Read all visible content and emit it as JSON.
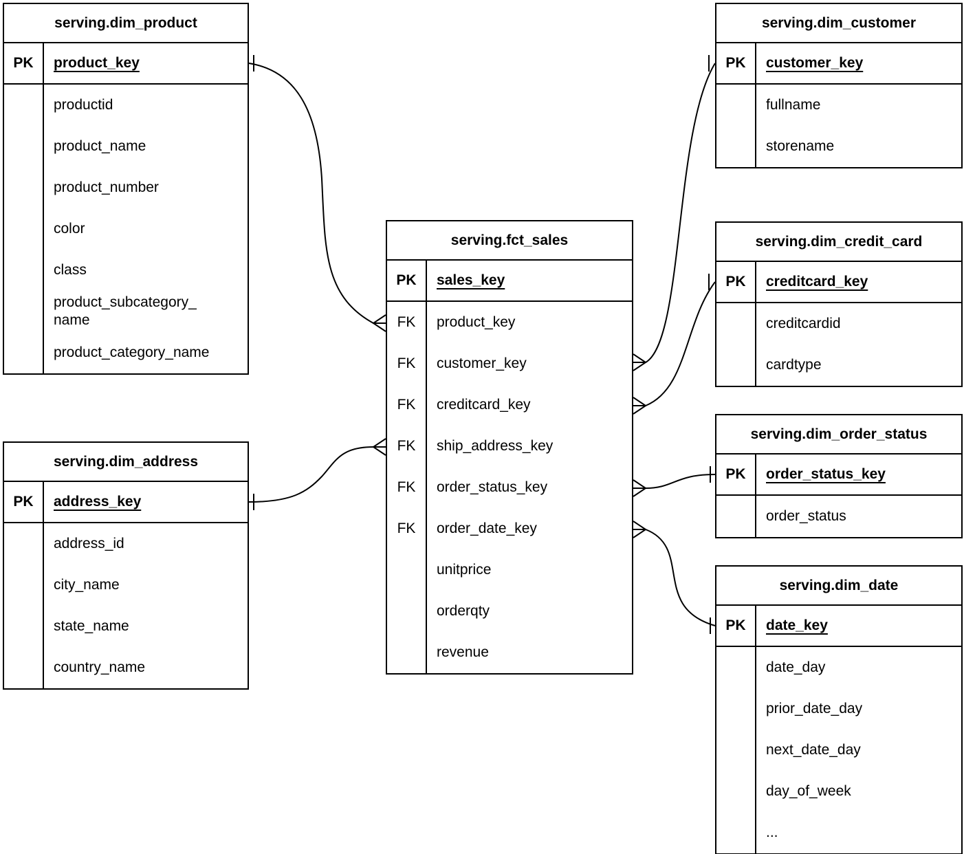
{
  "diagram": {
    "tables": {
      "dim_product": {
        "title": "serving.dim_product",
        "pk_label": "PK",
        "pk_field": "product_key",
        "fields": [
          "productid",
          "product_name",
          "product_number",
          "color",
          "class",
          "product_subcategory_\nname",
          "product_category_name"
        ]
      },
      "dim_customer": {
        "title": "serving.dim_customer",
        "pk_label": "PK",
        "pk_field": "customer_key",
        "fields": [
          "fullname",
          "storename"
        ]
      },
      "fct_sales": {
        "title": "serving.fct_sales",
        "pk_label": "PK",
        "fk_label": "FK",
        "pk_field": "sales_key",
        "fk_fields": [
          "product_key",
          "customer_key",
          "creditcard_key",
          "ship_address_key",
          "order_status_key",
          "order_date_key"
        ],
        "fields": [
          "unitprice",
          "orderqty",
          "revenue"
        ]
      },
      "dim_credit_card": {
        "title": "serving.dim_credit_card",
        "pk_label": "PK",
        "pk_field": "creditcard_key",
        "fields": [
          "creditcardid",
          "cardtype"
        ]
      },
      "dim_order_status": {
        "title": "serving.dim_order_status",
        "pk_label": "PK",
        "pk_field": "order_status_key",
        "fields": [
          "order_status"
        ]
      },
      "dim_date": {
        "title": "serving.dim_date",
        "pk_label": "PK",
        "pk_field": "date_key",
        "fields": [
          "date_day",
          "prior_date_day",
          "next_date_day",
          "day_of_week",
          "..."
        ]
      },
      "dim_address": {
        "title": "serving.dim_address",
        "pk_label": "PK",
        "pk_field": "address_key",
        "fields": [
          "address_id",
          "city_name",
          "state_name",
          "country_name"
        ]
      }
    },
    "relationships": [
      {
        "one": "serving.dim_product.product_key",
        "many": "serving.fct_sales.product_key",
        "cardinality": "one-to-many"
      },
      {
        "one": "serving.dim_customer.customer_key",
        "many": "serving.fct_sales.customer_key",
        "cardinality": "one-to-many"
      },
      {
        "one": "serving.dim_credit_card.creditcard_key",
        "many": "serving.fct_sales.creditcard_key",
        "cardinality": "one-to-many"
      },
      {
        "one": "serving.dim_address.address_key",
        "many": "serving.fct_sales.ship_address_key",
        "cardinality": "one-to-many"
      },
      {
        "one": "serving.dim_order_status.order_status_key",
        "many": "serving.fct_sales.order_status_key",
        "cardinality": "one-to-many"
      },
      {
        "one": "serving.dim_date.date_key",
        "many": "serving.fct_sales.order_date_key",
        "cardinality": "one-to-many"
      }
    ],
    "colors": {
      "line": "#000000",
      "background": "#ffffff",
      "text": "#000000"
    }
  }
}
